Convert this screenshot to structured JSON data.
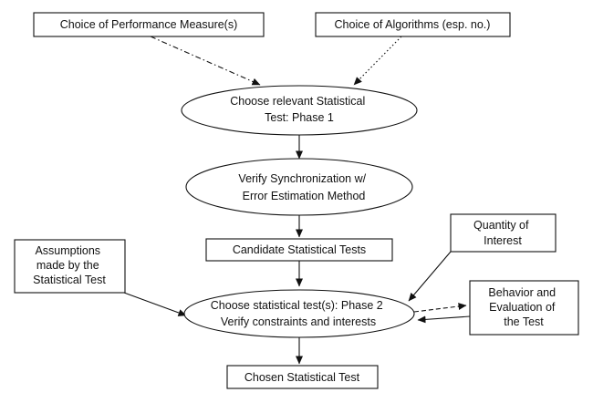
{
  "nodes": {
    "performance_measure": {
      "lines": [
        "Choice of Performance Measure(s)"
      ]
    },
    "algorithms": {
      "lines": [
        "Choice of Algorithms (esp. no.)"
      ]
    },
    "phase1": {
      "lines": [
        "Choose relevant Statistical",
        "Test: Phase 1"
      ]
    },
    "verify_sync": {
      "lines": [
        "Verify Synchronization w/",
        "Error Estimation Method"
      ]
    },
    "candidate": {
      "lines": [
        "Candidate Statistical Tests"
      ]
    },
    "quantity": {
      "lines": [
        "Quantity of",
        "Interest"
      ]
    },
    "assumptions": {
      "lines": [
        "Assumptions",
        "made by the",
        "Statistical Test"
      ]
    },
    "phase2": {
      "lines": [
        "Choose statistical test(s): Phase 2",
        "Verify constraints and interests"
      ]
    },
    "behavior": {
      "lines": [
        "Behavior and",
        "Evaluation of",
        "the Test"
      ]
    },
    "chosen": {
      "lines": [
        "Chosen Statistical Test"
      ]
    }
  },
  "edges": [
    {
      "from": "performance_measure",
      "to": "phase1",
      "style": "dash-dot"
    },
    {
      "from": "algorithms",
      "to": "phase1",
      "style": "dotted"
    },
    {
      "from": "phase1",
      "to": "verify_sync",
      "style": "solid"
    },
    {
      "from": "verify_sync",
      "to": "candidate",
      "style": "solid"
    },
    {
      "from": "candidate",
      "to": "phase2",
      "style": "solid"
    },
    {
      "from": "assumptions",
      "to": "phase2",
      "style": "solid"
    },
    {
      "from": "quantity",
      "to": "phase2",
      "style": "solid"
    },
    {
      "from": "phase2",
      "to": "behavior",
      "style": "dashed"
    },
    {
      "from": "behavior",
      "to": "phase2",
      "style": "solid"
    },
    {
      "from": "phase2",
      "to": "chosen",
      "style": "solid"
    }
  ]
}
